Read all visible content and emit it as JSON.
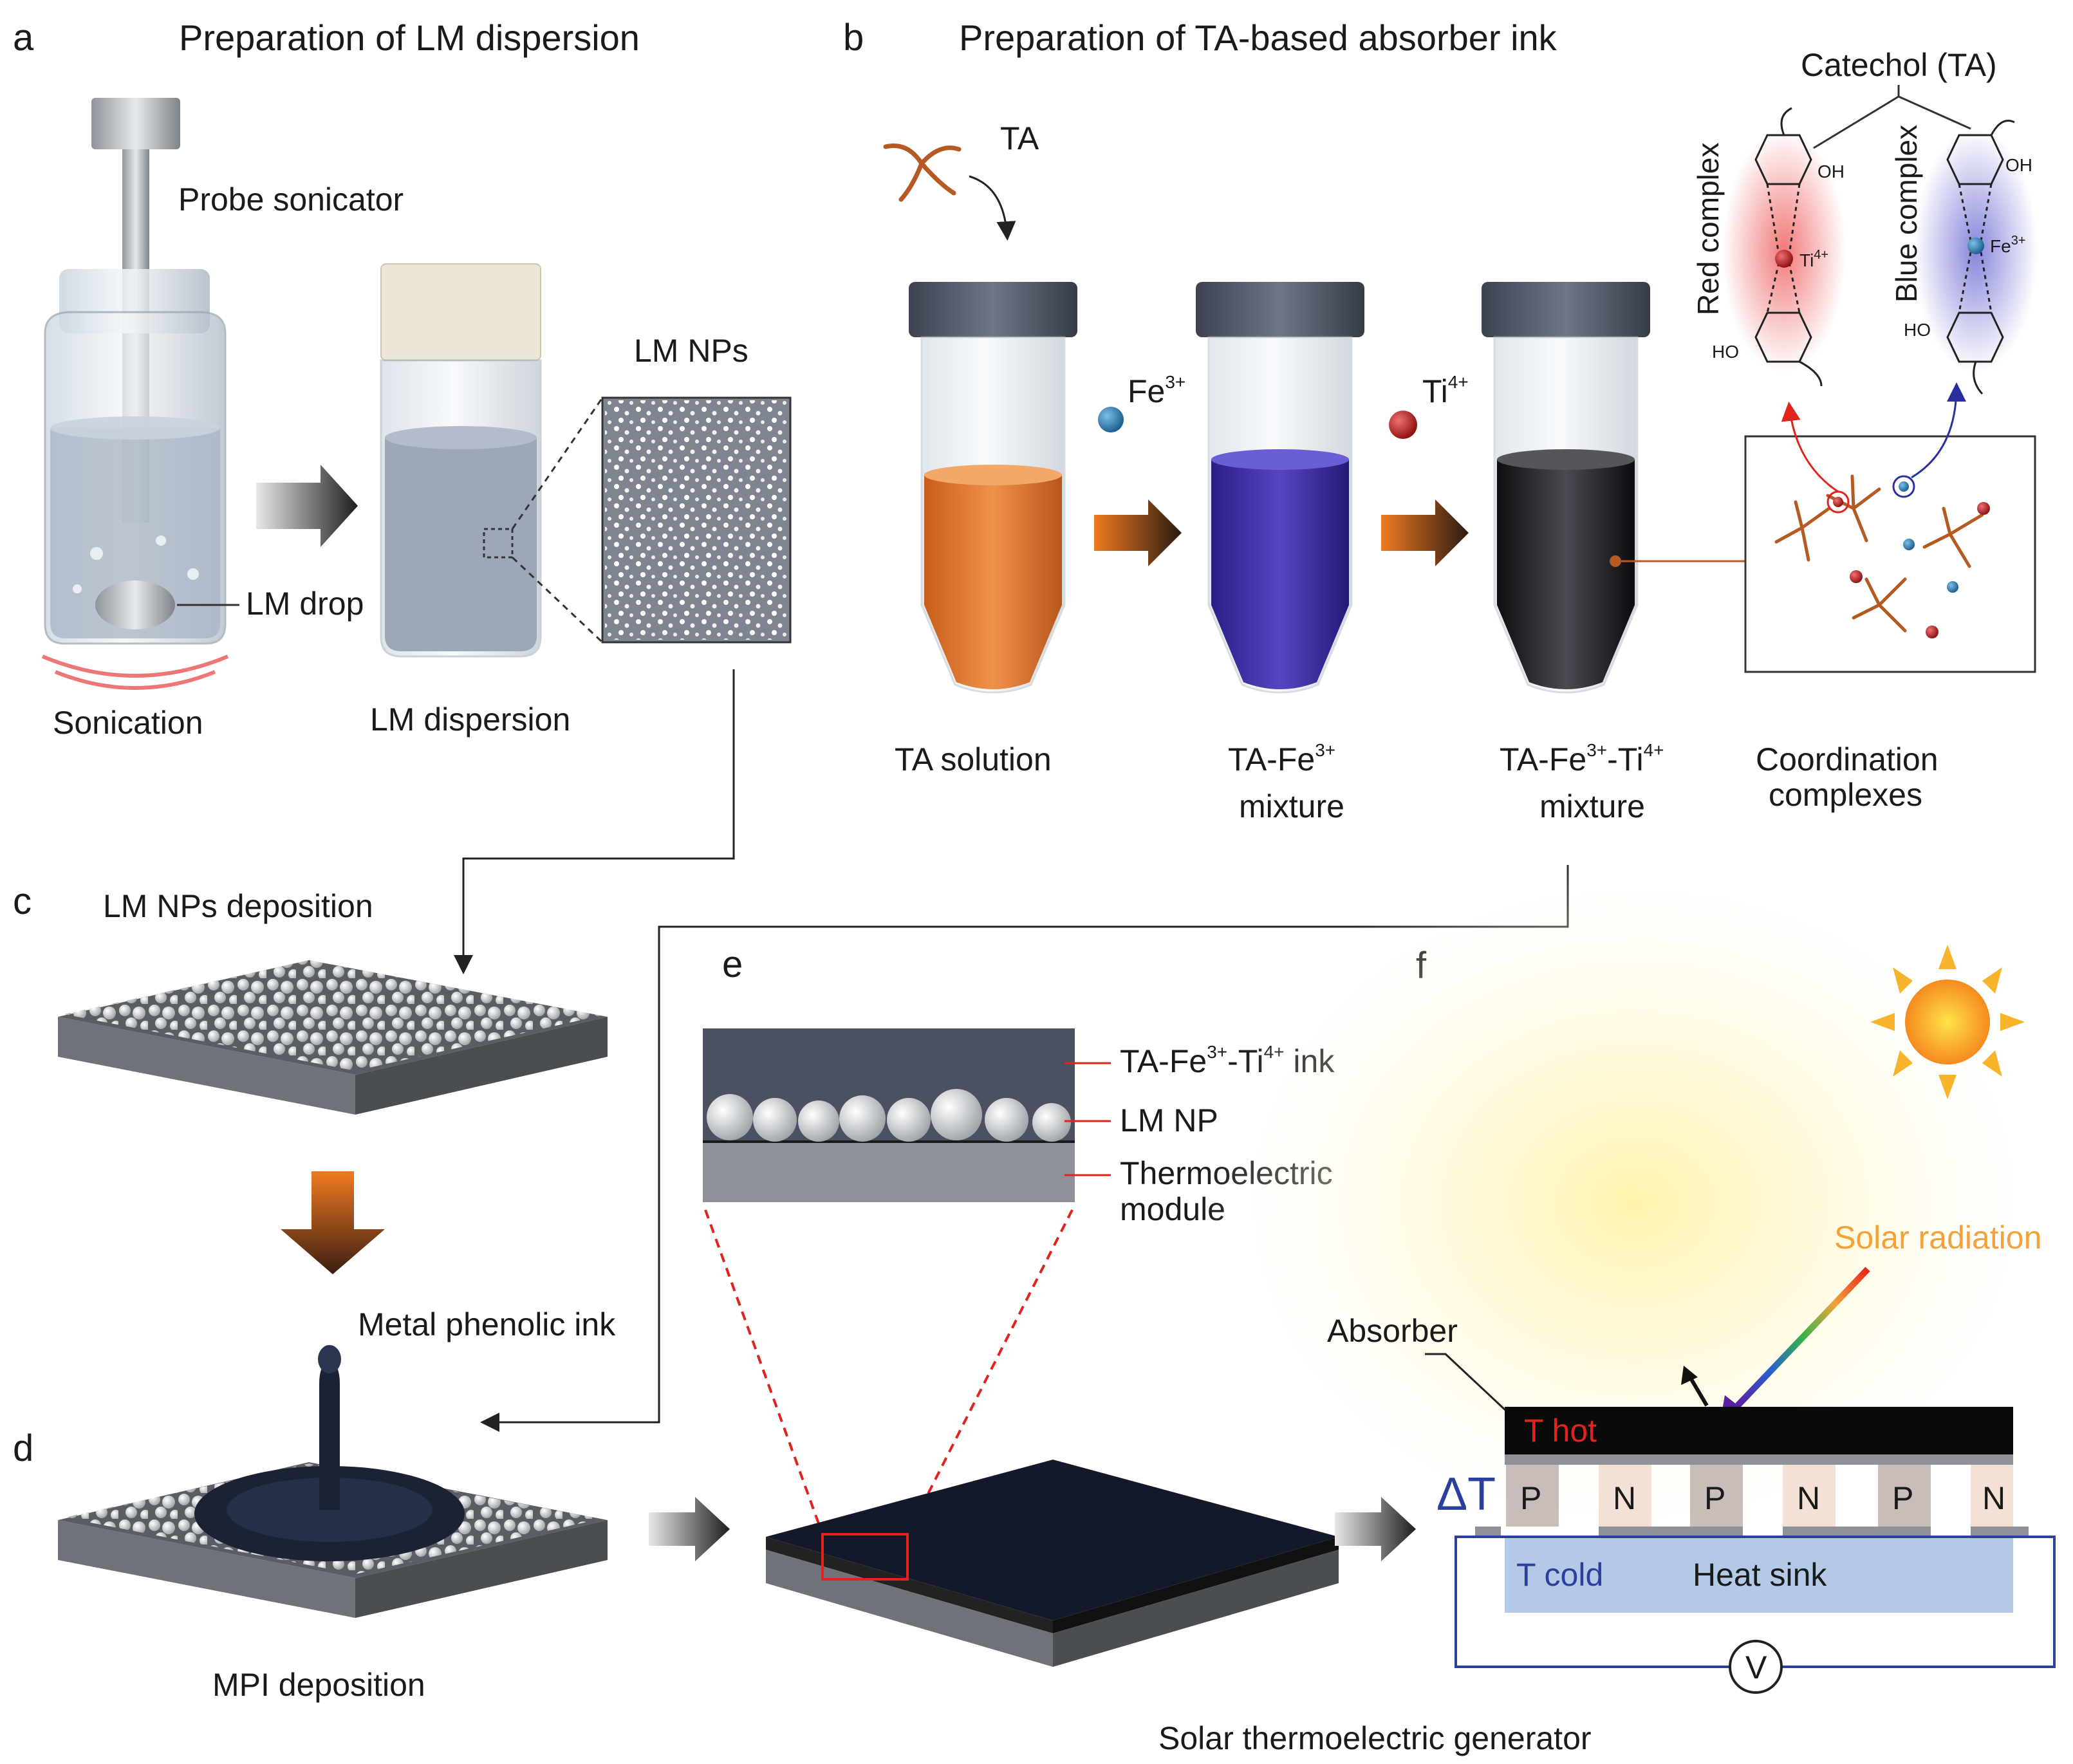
{
  "panels": {
    "a": {
      "letter": "a",
      "title": "Preparation of LM dispersion",
      "probe": "Probe sonicator",
      "drop": "LM drop",
      "sonication": "Sonication",
      "dispersion": "LM dispersion",
      "nps": "LM NPs"
    },
    "b": {
      "letter": "b",
      "title": "Preparation of TA-based absorber ink",
      "ta": "TA",
      "fe": "Fe",
      "fe_sup": "3+",
      "ti": "Ti",
      "ti_sup": "4+",
      "catechol": "Catechol (TA)",
      "red": "Red complex",
      "blue": "Blue complex",
      "oh": "OH",
      "ho": "HO",
      "tube1": "TA solution",
      "tube2_a": "TA-Fe",
      "tube2_sup": "3+",
      "tube2_b": "mixture",
      "tube3_a": "TA-Fe",
      "tube3_sup1": "3+",
      "tube3_mid": "-Ti",
      "tube3_sup2": "4+",
      "tube3_b": "mixture",
      "coord_a": "Coordination",
      "coord_b": "complexes"
    },
    "c": {
      "letter": "c",
      "title": "LM NPs deposition"
    },
    "ink_label": "Metal phenolic ink",
    "d": {
      "letter": "d",
      "caption": "MPI deposition"
    },
    "e": {
      "letter": "e",
      "ink_a": "TA-Fe",
      "ink_sup1": "3+",
      "ink_mid": "-Ti",
      "ink_sup2": "4+",
      "ink_b": " ink",
      "lmnp": "LM NP",
      "te_a": "Thermoelectric",
      "te_b": "module"
    },
    "f": {
      "letter": "f",
      "solar": "Solar radiation",
      "absorber": "Absorber",
      "thot": "T hot",
      "tcold": "T cold",
      "sink": "Heat sink",
      "delta": "ΔT",
      "p": "P",
      "n": "N",
      "v": "V",
      "caption": "Solar thermoelectric generator"
    }
  },
  "colors": {
    "orange_liquid": "#e07a2e",
    "blue_liquid": "#3a2f9e",
    "black_liquid": "#1a1a1a",
    "solar_text": "#f2a23a",
    "thot": "#e0231d",
    "tcold": "#2a3f9e",
    "delta": "#2a3f9e"
  }
}
